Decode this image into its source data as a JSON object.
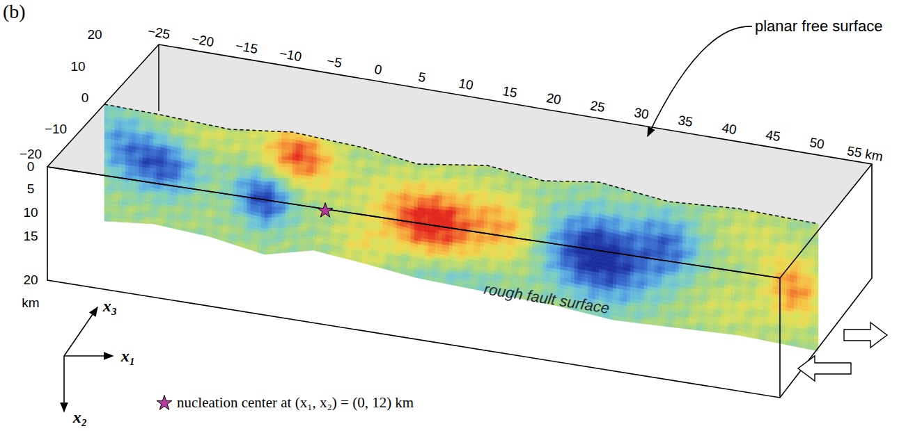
{
  "diagram": {
    "labels": [
      "(b)",
      "20",
      "10",
      "0",
      "−10",
      "−20",
      "−25",
      "−20",
      "−15",
      "−10",
      "−5",
      "0",
      "5",
      "10",
      "15",
      "20",
      "25",
      "30",
      "35",
      "40",
      "45",
      "50",
      "55 km",
      "0",
      "5",
      "10",
      "15",
      "20",
      "km",
      "planar free surface",
      "rough fault surface",
      "x₃",
      "x₁",
      "x₂",
      "nucleation center at (x₁, x₂) = (0, 12) km"
    ]
  }
}
